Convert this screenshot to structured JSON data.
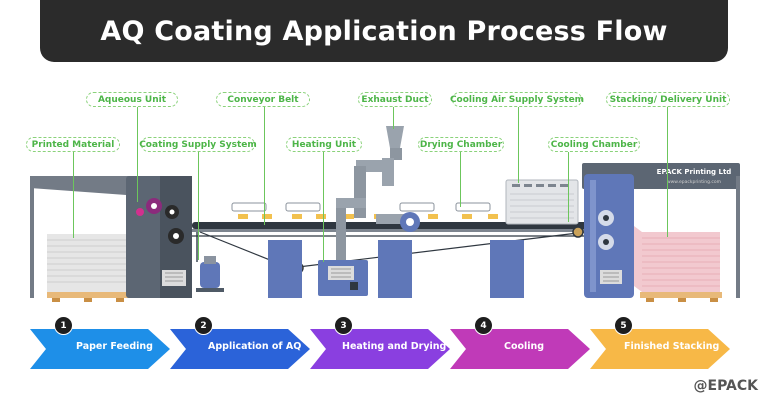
{
  "title": "AQ Coating Application Process Flow",
  "labels": {
    "aqueous_unit": "Aqueous Unit",
    "conveyor_belt": "Conveyor Belt",
    "exhaust_duct": "Exhaust Duct",
    "cooling_air_supply": "Cooling Air Supply System",
    "stacking_delivery": "Stacking/ Delivery Unit",
    "printed_material": "Printed Material",
    "coating_supply": "Coating Supply System",
    "heating_unit": "Heating Unit",
    "drying_chamber": "Drying Chamber",
    "cooling_chamber": "Cooling Chamber"
  },
  "sign": {
    "name": "EPACK Printing Ltd",
    "url": "www.epackprinting.com"
  },
  "steps": [
    {
      "number": "1",
      "label": "Paper Feeding",
      "color": "#1e8fe8"
    },
    {
      "number": "2",
      "label": "Application of AQ",
      "color": "#2b63d9"
    },
    {
      "number": "3",
      "label": "Heating and Drying",
      "color": "#8a3fe0"
    },
    {
      "number": "4",
      "label": "Cooling",
      "color": "#c03ab8"
    },
    {
      "number": "5",
      "label": "Finished Stacking",
      "color": "#f7b847"
    }
  ],
  "brand": "@EPACK"
}
